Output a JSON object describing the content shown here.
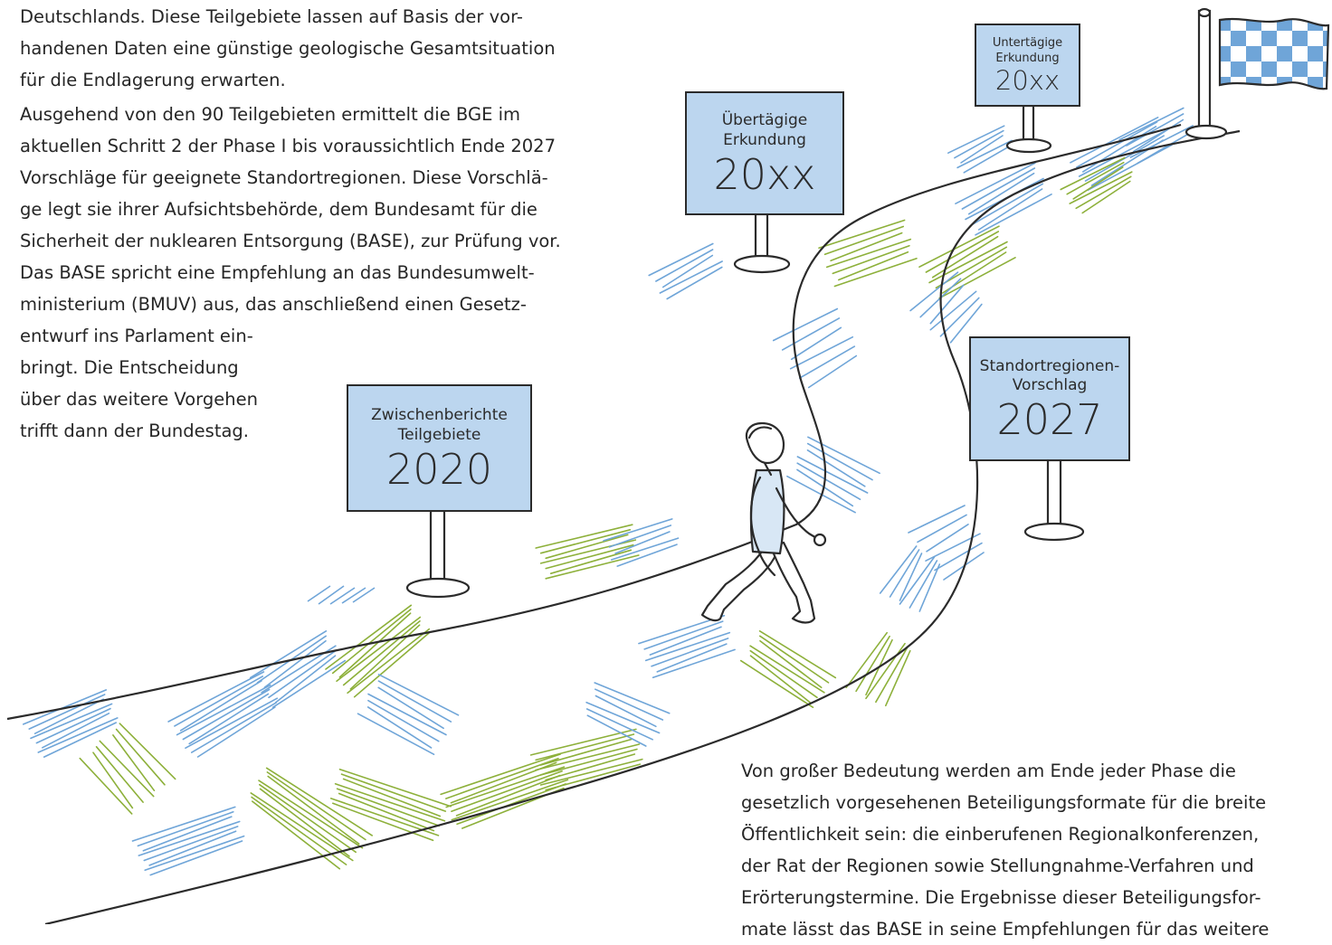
{
  "intro_paragraph": {
    "lines": [
      "Deutschlands. Diese Teilgebiete lassen auf Basis der vor-",
      "handenen Daten eine günstige geologische Gesamtsituation",
      "für die Endlagerung erwarten."
    ]
  },
  "main_paragraph": {
    "lines": [
      "Ausgehend von den 90 Teilgebieten ermittelt die BGE im",
      "aktuellen Schritt 2 der Phase I bis voraussichtlich Ende 2027",
      "Vorschläge für geeignete Standortregionen. Diese Vorschlä-",
      "ge legt sie ihrer Aufsichtsbehörde, dem Bundesamt für die",
      "Sicherheit der nuklearen Entsorgung (BASE), zur Prüfung vor.",
      "Das BASE spricht eine Empfehlung an das Bundesumwelt-",
      "ministerium (BMUV) aus, das anschließend einen Gesetz-",
      "entwurf ins Parlament ein-",
      "bringt. Die Entscheidung",
      "über das weitere Vorgehen",
      "trifft dann der Bundestag."
    ]
  },
  "participation_paragraph": {
    "lines": [
      "Von großer Bedeutung werden am Ende jeder Phase die",
      "gesetzlich vorgesehenen Beteiligungsformate für die breite",
      "Öffentlichkeit sein: die einberufenen Regionalkonferenzen,",
      "der Rat der Regionen sowie Stellungnahme-Verfahren und",
      "Erörterungstermine. Die Ergebnisse dieser Beteiligungsfor-",
      "mate lässt das BASE in seine Empfehlungen für das weitere"
    ]
  },
  "signs": {
    "zwischenberichte": {
      "lines": [
        "Zwischenberichte",
        "Teilgebiete"
      ],
      "year": "2020"
    },
    "standortregionen": {
      "lines": [
        "Standortregionen-",
        "Vorschlag"
      ],
      "year": "2027"
    },
    "uebertaegige": {
      "lines": [
        "Übertägige",
        "Erkundung"
      ],
      "year": "20xx"
    },
    "untertaegige": {
      "lines": [
        "Untertägige",
        "Erkundung"
      ],
      "year": "20xx"
    }
  },
  "colors": {
    "sign_fill": "#bcd6ef",
    "outline": "#2b2b2b",
    "hatch_blue": "#6fa5d8",
    "hatch_green": "#8db03a",
    "text": "#262626"
  },
  "icons": {
    "walker": "walking-person-icon",
    "finish": "checkered-finish-flag-icon"
  }
}
